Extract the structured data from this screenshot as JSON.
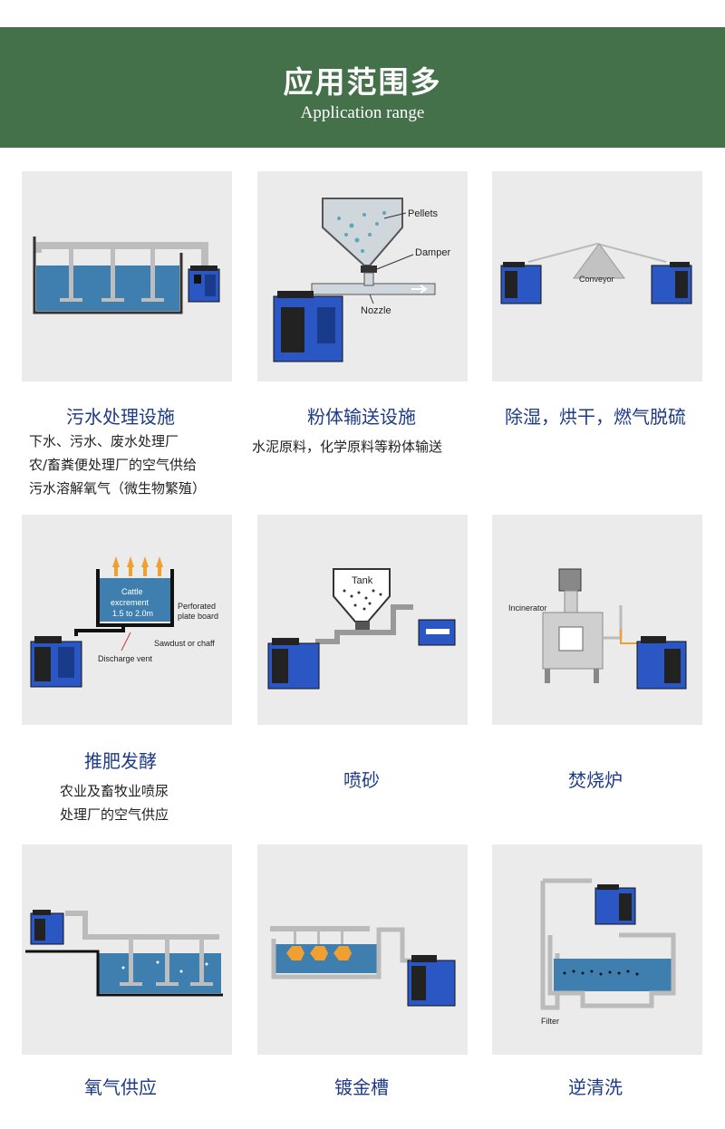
{
  "header": {
    "title": "应用范围多",
    "subtitle": "Application range",
    "bg_color": "#44704a"
  },
  "colors": {
    "caption": "#1d3b86",
    "machine": "#2b57c4",
    "water": "#3f7fb0",
    "card_bg": "#ebebeb"
  },
  "items": [
    {
      "caption": "污水处理设施",
      "desc": [
        "下水、污水、废水处理厂",
        "农/畜粪便处理厂的空气供给",
        "污水溶解氧气（微生物繁殖）"
      ]
    },
    {
      "caption": "粉体输送设施",
      "desc": [
        "水泥原料，化学原料等粉体输送"
      ],
      "labels": {
        "pellets": "Pellets",
        "damper": "Damper",
        "nozzle": "Nozzle"
      }
    },
    {
      "caption": "除湿，烘干，燃气脱硫",
      "desc": [],
      "labels": {
        "conveyor": "Conveyor"
      }
    },
    {
      "caption": "推肥发酵",
      "desc": [
        "农业及畜牧业喷尿",
        "处理厂的空气供应"
      ],
      "labels": {
        "cattle1": "Cattle",
        "cattle2": "excrement",
        "cattle3": "1.5 to 2.0m",
        "perf1": "Perforated",
        "perf2": "plate board",
        "sawdust": "Sawdust or chaff",
        "vent": "Discharge vent"
      }
    },
    {
      "caption": "喷砂",
      "desc": [],
      "labels": {
        "tank": "Tank"
      }
    },
    {
      "caption": "焚烧炉",
      "desc": [],
      "labels": {
        "incinerator": "Incinerator"
      }
    },
    {
      "caption": "氧气供应",
      "desc": []
    },
    {
      "caption": "镀金槽",
      "desc": []
    },
    {
      "caption": "逆清洗",
      "desc": [],
      "labels": {
        "filter": "Filter"
      }
    }
  ]
}
